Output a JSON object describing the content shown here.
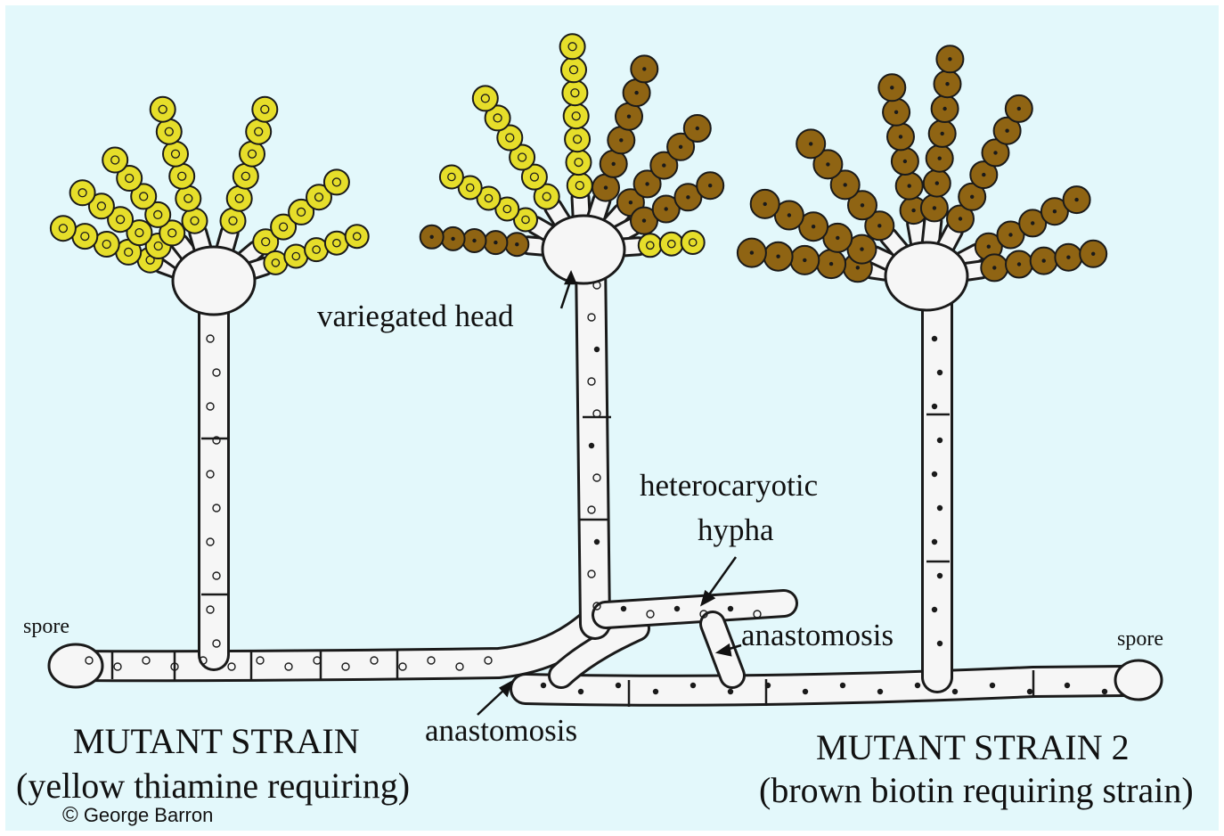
{
  "colors": {
    "background": "#e3f8fb",
    "yellow_spore": "#e6de2a",
    "brown_spore": "#8f6413",
    "hypha_fill": "#f6f6f6",
    "outline": "#1a1a1a"
  },
  "labels": {
    "variegated_head": "variegated head",
    "heterocaryotic": "heterocaryotic",
    "hypha": "hypha",
    "anastomosis_right": "anastomosis",
    "anastomosis_bottom": "anastomosis",
    "spore_left": "spore",
    "spore_right": "spore",
    "strain1_title": "MUTANT STRAIN",
    "strain1_sub": "(yellow thiamine requiring)",
    "strain2_title": "MUTANT STRAIN 2",
    "strain2_sub": "(brown biotin requiring strain)",
    "copyright": "George Barron"
  },
  "icons": {
    "copyright": "copyright-symbol"
  }
}
